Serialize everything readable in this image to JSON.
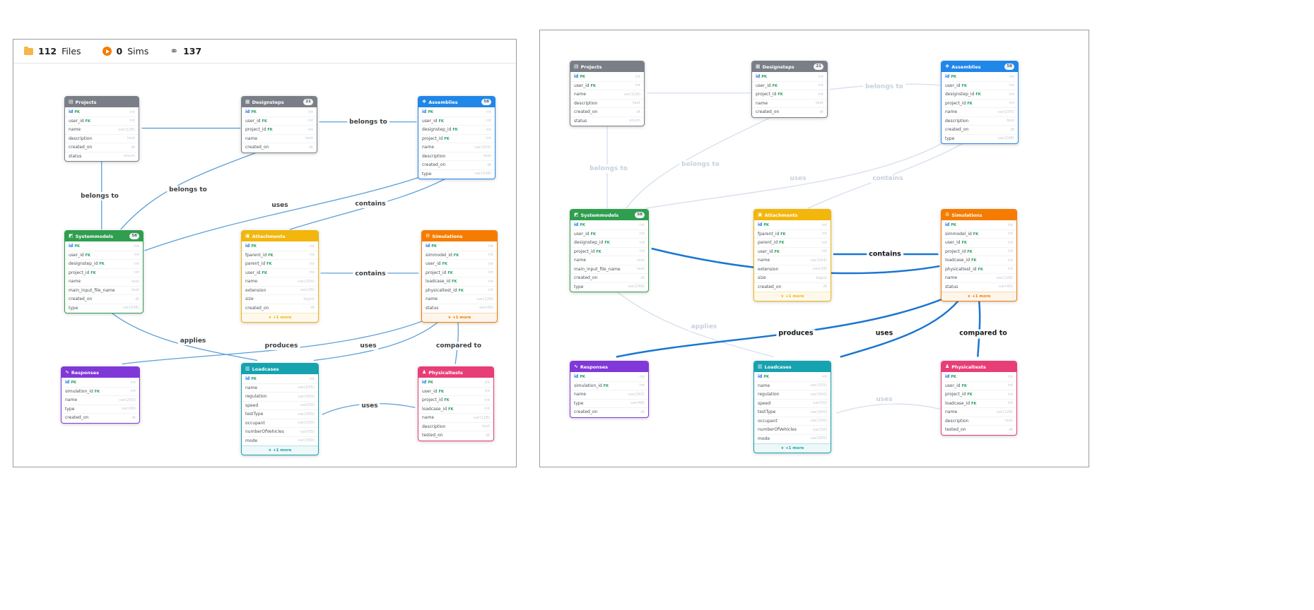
{
  "colors": {
    "edge_normal": "#5b9fd8",
    "edge_bold": "#1976d2",
    "edge_faded": "#d8e1ee"
  },
  "icons": {
    "folder-icon": "",
    "play-icon": "",
    "link-icon": "⚭",
    "chevron-down-icon": "∨",
    "file-icon": "▤",
    "grid-icon": "▦",
    "assembly-icon": "❖",
    "model-icon": "◩",
    "attachment-icon": "▣",
    "gear-icon": "⚙",
    "chart-icon": "∿",
    "load-icon": "▥",
    "person-icon": "♟"
  },
  "toolbar": {
    "items": [
      {
        "name": "files-stat",
        "icon": "folder-icon",
        "count": "112",
        "label": "Files"
      },
      {
        "name": "sims-stat",
        "icon": "play-icon",
        "count": "0",
        "label": "Sims"
      },
      {
        "name": "links-stat",
        "icon": "link-icon",
        "count": "137",
        "label": ""
      }
    ]
  },
  "tables": {
    "projects": {
      "name": "Projects",
      "icon": "file-icon",
      "color": "#7a7f87",
      "badge": null,
      "fields": [
        {
          "n": "id",
          "k": "PK",
          "t": "int"
        },
        {
          "n": "user_id",
          "k": "FK",
          "t": "int"
        },
        {
          "n": "name",
          "t": "var(128)"
        },
        {
          "n": "description",
          "t": "text"
        },
        {
          "n": "created_on",
          "t": "dt"
        },
        {
          "n": "status",
          "t": "enum"
        }
      ]
    },
    "designsteps": {
      "name": "Designsteps",
      "icon": "grid-icon",
      "color": "#7a7f87",
      "badge": "21",
      "fields": [
        {
          "n": "id",
          "k": "PK",
          "t": "int"
        },
        {
          "n": "user_id",
          "k": "FK",
          "t": "int"
        },
        {
          "n": "project_id",
          "k": "FK",
          "t": "int"
        },
        {
          "n": "name",
          "t": "text"
        },
        {
          "n": "created_on",
          "t": "dt"
        }
      ]
    },
    "assemblies": {
      "name": "Assemblies",
      "icon": "assembly-icon",
      "color": "#2086e8",
      "badge": "58",
      "fields": [
        {
          "n": "id",
          "k": "PK",
          "t": "int"
        },
        {
          "n": "user_id",
          "k": "FK",
          "t": "int"
        },
        {
          "n": "designstep_id",
          "k": "FK",
          "t": "int"
        },
        {
          "n": "project_id",
          "k": "FK",
          "t": "int"
        },
        {
          "n": "name",
          "t": "var(255)"
        },
        {
          "n": "description",
          "t": "text"
        },
        {
          "n": "created_on",
          "t": "dt"
        },
        {
          "n": "type",
          "t": "var(248)"
        }
      ]
    },
    "systemmodels": {
      "name": "Systemmodels",
      "icon": "model-icon",
      "color": "#2f9e4f",
      "badge": "58",
      "fields": [
        {
          "n": "id",
          "k": "PK",
          "t": "int"
        },
        {
          "n": "user_id",
          "k": "FK",
          "t": "int"
        },
        {
          "n": "designstep_id",
          "k": "FK",
          "t": "int"
        },
        {
          "n": "project_id",
          "k": "FK",
          "t": "int"
        },
        {
          "n": "name",
          "t": "text"
        },
        {
          "n": "main_input_file_name",
          "t": "text"
        },
        {
          "n": "created_on",
          "t": "dt"
        },
        {
          "n": "type",
          "t": "var(248)"
        }
      ]
    },
    "attachments": {
      "name": "Attachments",
      "icon": "attachment-icon",
      "color": "#f2b60c",
      "badge": null,
      "fields": [
        {
          "n": "id",
          "k": "PK",
          "t": "int"
        },
        {
          "n": "fparent_id",
          "k": "FK",
          "t": "int"
        },
        {
          "n": "parent_id",
          "k": "FK",
          "t": "int"
        },
        {
          "n": "user_id",
          "k": "FK",
          "t": "int"
        },
        {
          "n": "name",
          "t": "var(254)"
        },
        {
          "n": "extension",
          "t": "var(28)"
        },
        {
          "n": "size",
          "t": "bigint"
        },
        {
          "n": "created_on",
          "t": "dt"
        }
      ],
      "footer": "+1 more"
    },
    "simulations": {
      "name": "Simulations",
      "icon": "gear-icon",
      "color": "#f57c00",
      "badge": null,
      "fields": [
        {
          "n": "id",
          "k": "PK",
          "t": "int"
        },
        {
          "n": "simmodel_id",
          "k": "FK",
          "t": "int"
        },
        {
          "n": "user_id",
          "k": "FK",
          "t": "int"
        },
        {
          "n": "project_id",
          "k": "FK",
          "t": "int"
        },
        {
          "n": "loadcase_id",
          "k": "FK",
          "t": "int"
        },
        {
          "n": "physicaltest_id",
          "k": "FK",
          "t": "int"
        },
        {
          "n": "name",
          "t": "var(128)"
        },
        {
          "n": "status",
          "t": "var(40)"
        }
      ],
      "footer": "+1 more"
    },
    "responses": {
      "name": "Responses",
      "icon": "chart-icon",
      "color": "#8038d8",
      "badge": null,
      "fields": [
        {
          "n": "id",
          "k": "PK",
          "t": "int"
        },
        {
          "n": "simulation_id",
          "k": "FK",
          "t": "int"
        },
        {
          "n": "name",
          "t": "var(255)"
        },
        {
          "n": "type",
          "t": "var(48)"
        },
        {
          "n": "created_on",
          "t": "dt"
        }
      ]
    },
    "loadcases": {
      "name": "Loadcases",
      "icon": "load-icon",
      "color": "#17a2b0",
      "badge": null,
      "fields": [
        {
          "n": "id",
          "k": "PK",
          "t": "int"
        },
        {
          "n": "name",
          "t": "var(255)"
        },
        {
          "n": "regulation",
          "t": "var(300)"
        },
        {
          "n": "speed",
          "t": "var(50)"
        },
        {
          "n": "testType",
          "t": "var(300)"
        },
        {
          "n": "occupant",
          "t": "var(100)"
        },
        {
          "n": "numberOfVehicles",
          "t": "var(50)"
        },
        {
          "n": "mode",
          "t": "var(300)"
        }
      ],
      "footer": "+1 more"
    },
    "physicaltests": {
      "name": "Physicaltests",
      "icon": "person-icon",
      "color": "#e83e78",
      "badge": null,
      "fields": [
        {
          "n": "id",
          "k": "PK",
          "t": "int"
        },
        {
          "n": "user_id",
          "k": "FK",
          "t": "int"
        },
        {
          "n": "project_id",
          "k": "FK",
          "t": "int"
        },
        {
          "n": "loadcase_id",
          "k": "FK",
          "t": "int"
        },
        {
          "n": "name",
          "t": "var(128)"
        },
        {
          "n": "description",
          "t": "text"
        },
        {
          "n": "tested_on",
          "t": "dt"
        }
      ]
    }
  },
  "panels": [
    {
      "id": "left",
      "has_toolbar": true,
      "tables": [
        "projects",
        "designsteps",
        "assemblies",
        "systemmodels",
        "attachments",
        "simulations",
        "responses",
        "loadcases",
        "physicaltests"
      ],
      "edges": [
        {
          "id": "ds-pr",
          "label": "",
          "style": "n"
        },
        {
          "id": "as-ds",
          "label": "belongs to",
          "style": "n"
        },
        {
          "id": "sm-pr",
          "label": "belongs to",
          "style": "n"
        },
        {
          "id": "sm-ds",
          "label": "belongs to",
          "style": "n"
        },
        {
          "id": "sm-as",
          "label": "uses",
          "style": "n"
        },
        {
          "id": "at-as",
          "label": "contains",
          "style": "n"
        },
        {
          "id": "si-at",
          "label": "contains",
          "style": "n"
        },
        {
          "id": "sm-lc",
          "label": "applies",
          "style": "n"
        },
        {
          "id": "si-re",
          "label": "produces",
          "style": "n"
        },
        {
          "id": "si-lc",
          "label": "uses",
          "style": "n"
        },
        {
          "id": "si-pt",
          "label": "compared to",
          "style": "n"
        },
        {
          "id": "pt-lc",
          "label": "uses",
          "style": "n"
        }
      ]
    },
    {
      "id": "right",
      "has_toolbar": false,
      "tables": [
        "projects",
        "designsteps",
        "assemblies",
        "systemmodels",
        "attachments",
        "simulations",
        "responses",
        "loadcases",
        "physicaltests"
      ],
      "edges": [
        {
          "id": "ds-pr",
          "label": "",
          "style": "f"
        },
        {
          "id": "as-ds",
          "label": "belongs to",
          "style": "f"
        },
        {
          "id": "sm-pr",
          "label": "belongs to",
          "style": "f"
        },
        {
          "id": "sm-ds",
          "label": "belongs to",
          "style": "f"
        },
        {
          "id": "sm-as",
          "label": "uses",
          "style": "f"
        },
        {
          "id": "at-as",
          "label": "contains",
          "style": "f"
        },
        {
          "id": "si-at",
          "label": "contains",
          "style": "b"
        },
        {
          "id": "si-sm",
          "label": "",
          "style": "b"
        },
        {
          "id": "sm-lc",
          "label": "applies",
          "style": "f"
        },
        {
          "id": "si-re",
          "label": "produces",
          "style": "b"
        },
        {
          "id": "si-lc",
          "label": "uses",
          "style": "b"
        },
        {
          "id": "si-pt",
          "label": "compared to",
          "style": "b"
        },
        {
          "id": "pt-lc",
          "label": "uses",
          "style": "f"
        }
      ]
    }
  ]
}
